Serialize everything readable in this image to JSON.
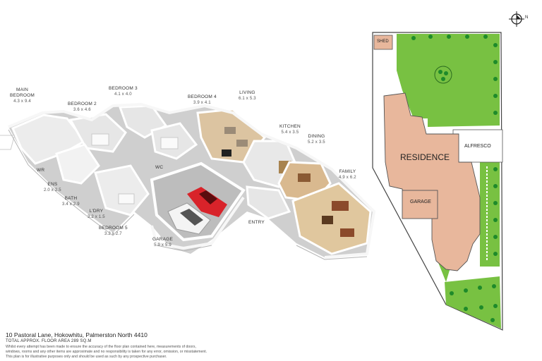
{
  "rooms": [
    {
      "name": "MAIN\nBEDROOM",
      "dim": "4.3 x 9.4"
    },
    {
      "name": "BEDROOM 2",
      "dim": "3.6 x 4.6"
    },
    {
      "name": "BEDROOM 3",
      "dim": "4.1 x 4.0"
    },
    {
      "name": "BEDROOM 4",
      "dim": "3.9 x 4.1"
    },
    {
      "name": "LIVING",
      "dim": "6.1 x 5.3"
    },
    {
      "name": "KITCHEN",
      "dim": "5.4 x 3.5"
    },
    {
      "name": "DINING",
      "dim": "5.2 x 3.5"
    },
    {
      "name": "FAMILY",
      "dim": "4.9 x 6.2"
    },
    {
      "name": "WR",
      "dim": ""
    },
    {
      "name": "ENS",
      "dim": "2.0 x 2.5"
    },
    {
      "name": "BATH",
      "dim": "3.4 x 2.9"
    },
    {
      "name": "L'DRY",
      "dim": "3.2 x 1.5"
    },
    {
      "name": "BEDROOM 5",
      "dim": "3.2 x 2.7"
    },
    {
      "name": "GARAGE",
      "dim": "5.9 x 5.9"
    },
    {
      "name": "WC",
      "dim": ""
    },
    {
      "name": "ENTRY",
      "dim": ""
    }
  ],
  "site": {
    "shed": "SHED",
    "residence": "RESIDENCE",
    "garage": "GARAGE",
    "alfresco": "ALFRESCO",
    "north": "N"
  },
  "footer": {
    "address": "10 Pastoral Lane, Hokowhitu, Palmerston North 4410",
    "total": "TOTAL APPROX. FLOOR AREA 289 SQ.M",
    "disclaimer1": "Whilst every attempt has been made to ensure the accuracy of the floor plan contained here, measurements of doors,",
    "disclaimer2": "windows, rooms and any other items are approximate and no responsibility is taken for any error, omission, or misstatement.",
    "disclaimer3": "This plan is for illustrative purposes only and should be used as such by any prospective purchaser."
  },
  "colors": {
    "lawn": "#78c142",
    "residence": "#e8b79c",
    "wall": "#f4f4f4",
    "floor_wood": "#d9b98f",
    "car": "#d8232a",
    "concrete": "#bdbdbd"
  }
}
